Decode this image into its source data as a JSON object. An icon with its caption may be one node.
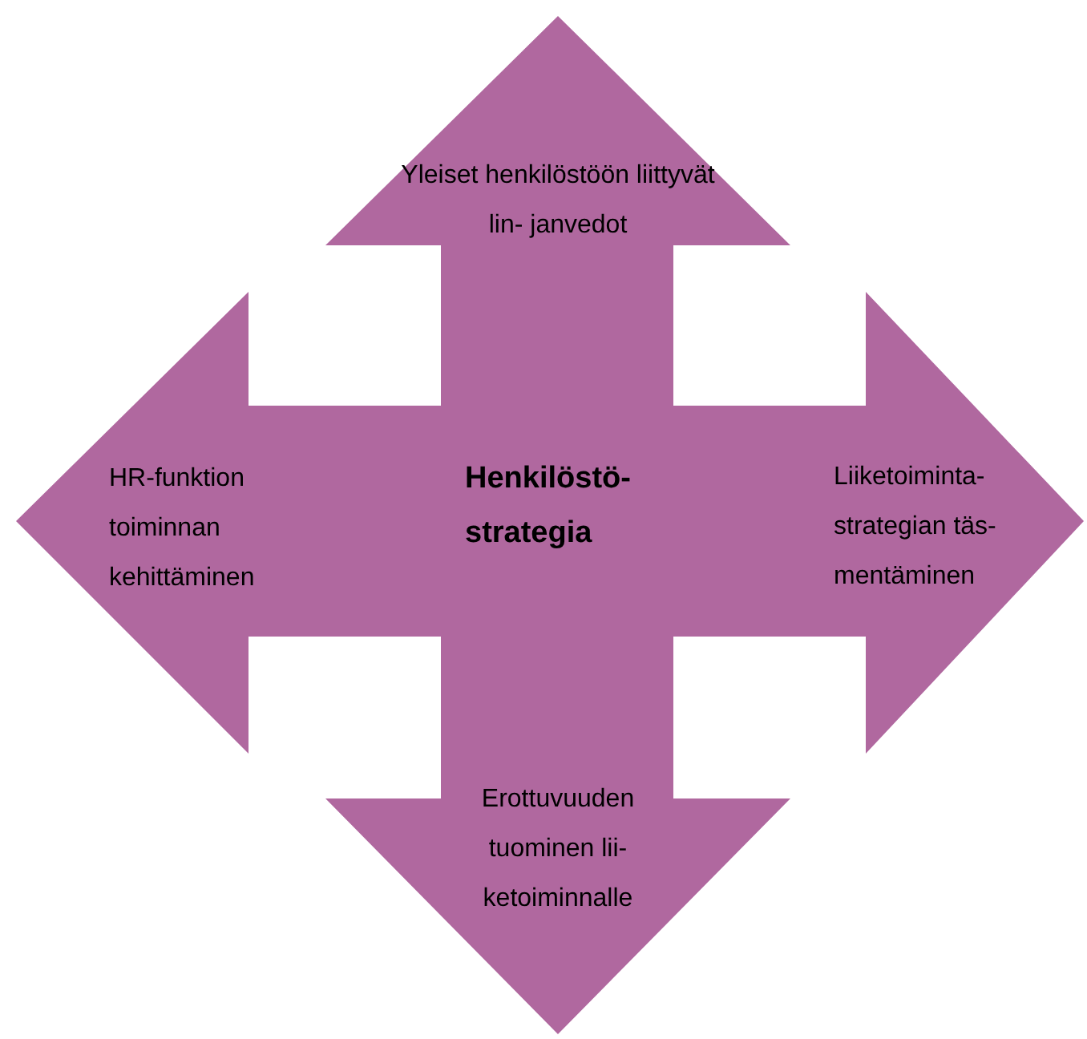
{
  "diagram": {
    "nodes": [
      {
        "text": [
          "Yleiset henkilöstöön liittyvät lin- janvedot",
          "HR-funktion toiminnan kehittäminen",
          "Henkilöstö- strategia",
          "Liiketoiminta- strategian täs- mentäminen",
          "Erottuvuuden tuominen lii- ketoiminnalle"
        ]
      }
    ]
  }
}
